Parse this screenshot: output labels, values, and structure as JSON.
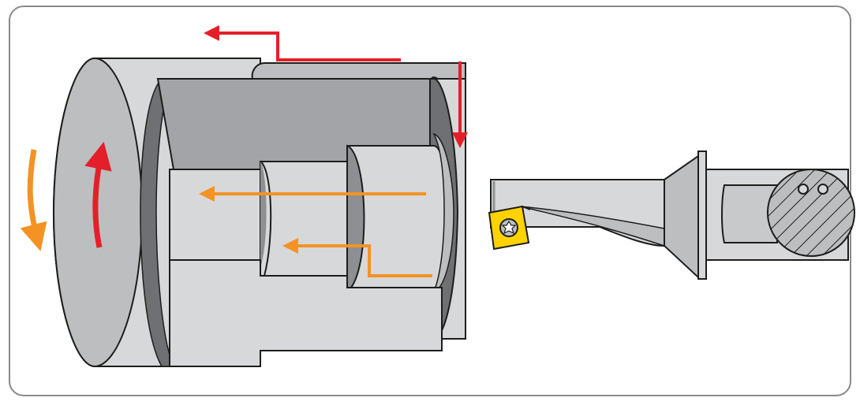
{
  "colors": {
    "frame_stroke": "#8a8a8a",
    "metal_light": "#d7d8da",
    "metal_mid": "#bcbec0",
    "metal_dark": "#8d8f92",
    "metal_darker": "#6e7073",
    "outline": "#1d1d1b",
    "insert_yellow": "#ffd200",
    "feed_arrow_red": "#e3202a",
    "cut_arrow_orange": "#f39324"
  },
  "icons": {
    "workpiece": "stepped-cylinder-workpiece",
    "tool": "boring-bar-tool",
    "insert": "indexable-insert-with-torx-screw",
    "rotation": "rotation-arrow",
    "feed": "feed-direction-arrow"
  }
}
